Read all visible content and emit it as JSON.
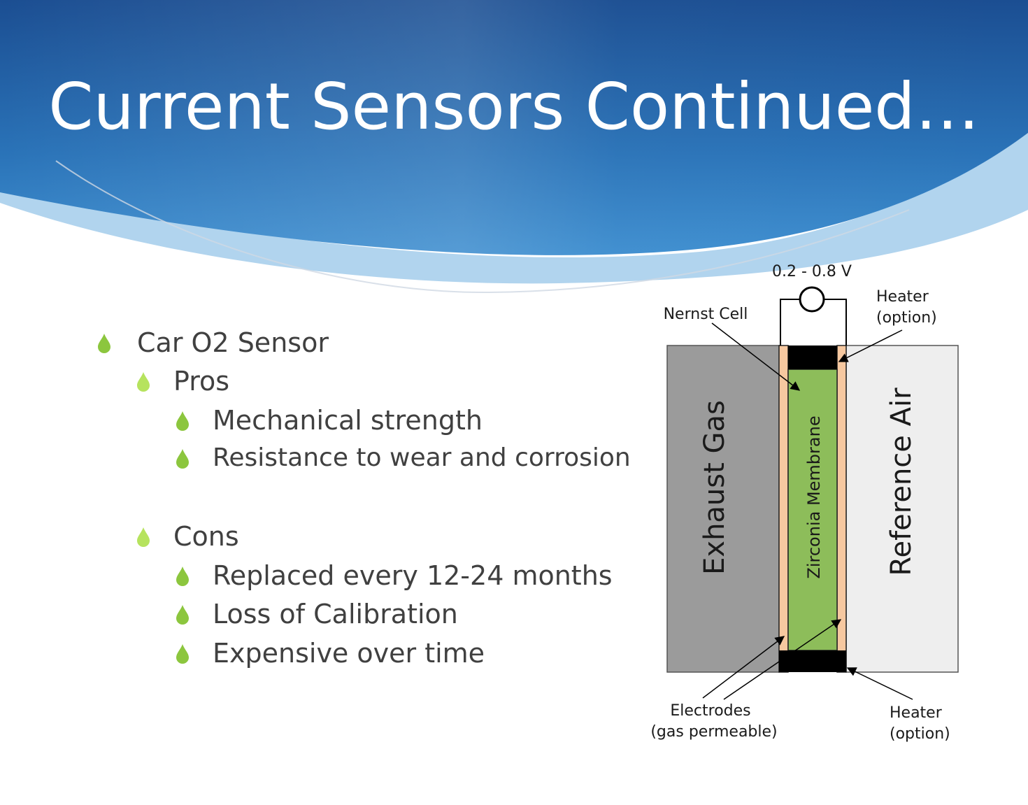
{
  "slide": {
    "title": "Current Sensors Continued…",
    "bullet_color": "#8cc63e",
    "header_color": "#1f5fa8",
    "text_color": "#404040"
  },
  "bullets": [
    {
      "level": 1,
      "text": "Car O2 Sensor"
    },
    {
      "level": 2,
      "text": "Pros"
    },
    {
      "level": 3,
      "text": "Mechanical strength"
    },
    {
      "level": 3,
      "text": "Resistance to wear and corrosion"
    },
    {
      "level": 2,
      "text": "Cons"
    },
    {
      "level": 3,
      "text": "Replaced every 12-24 months"
    },
    {
      "level": 3,
      "text": "Loss of Calibration"
    },
    {
      "level": 3,
      "text": "Expensive over time"
    }
  ],
  "diagram": {
    "voltage_label": "0.2 - 0.8 V",
    "nernst_cell_label": "Nernst Cell",
    "heater_top_label": [
      "Heater",
      "(option)"
    ],
    "exhaust_gas_label": "Exhaust Gas",
    "membrane_label": "Zirconia Membrane",
    "reference_air_label": "Reference Air",
    "electrodes_label": [
      "Electrodes",
      "(gas permeable)"
    ],
    "heater_bottom_label": [
      "Heater",
      "(option)"
    ],
    "colors": {
      "exhaust": "#9b9b9b",
      "reference": "#eeeeee",
      "membrane": "#8dbd5a",
      "electrode": "#f6c8a0",
      "heater": "#000000"
    }
  }
}
